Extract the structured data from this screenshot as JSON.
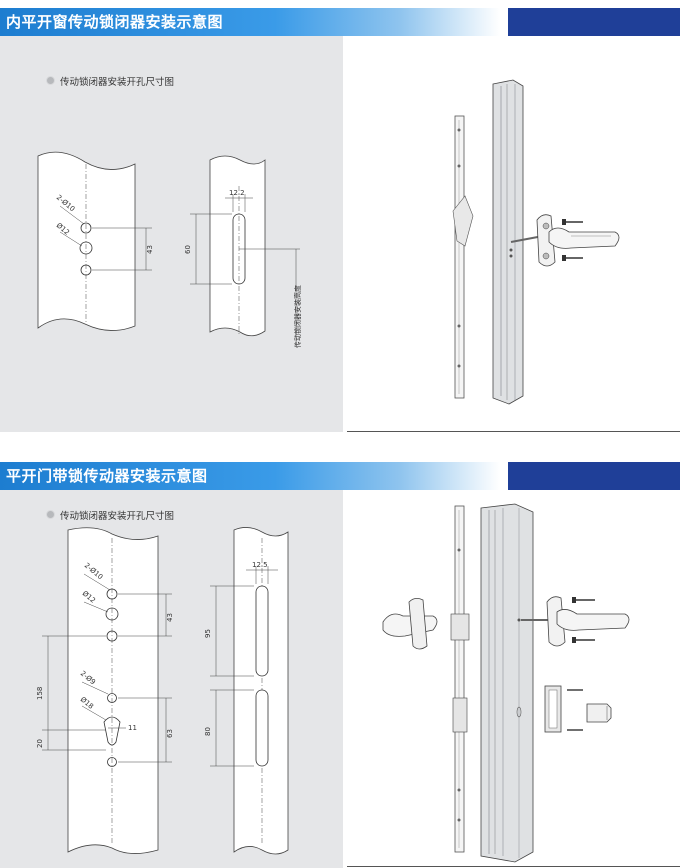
{
  "section1": {
    "title": "内平开窗传动锁闭器安装示意图",
    "caption": "传动锁闭器安装开孔尺寸图",
    "dims": {
      "holes_top": "2-Ø10",
      "hole_mid": "Ø12",
      "spacing": "43",
      "slot_width": "12.2",
      "slot_length": "60",
      "install_height": "传动锁闭器安装高度"
    }
  },
  "section2": {
    "title": "平开门带锁传动器安装示意图",
    "caption": "传动锁闭器安装开孔尺寸图",
    "dims": {
      "holes_top": "2-Ø10",
      "hole_mid": "Ø12",
      "spacing_top": "43",
      "total": "158",
      "holes_lower": "2-Ø9",
      "hole_lock": "Ø18",
      "offset": "20",
      "lock_width": "11",
      "spacing_lower": "63",
      "slot_width": "12.5",
      "slot_upper": "95",
      "slot_lower": "80"
    }
  },
  "colors": {
    "header_blue": "#1d7dd0",
    "header_block": "#1f3f98",
    "panel_gray": "#e5e6e8"
  }
}
